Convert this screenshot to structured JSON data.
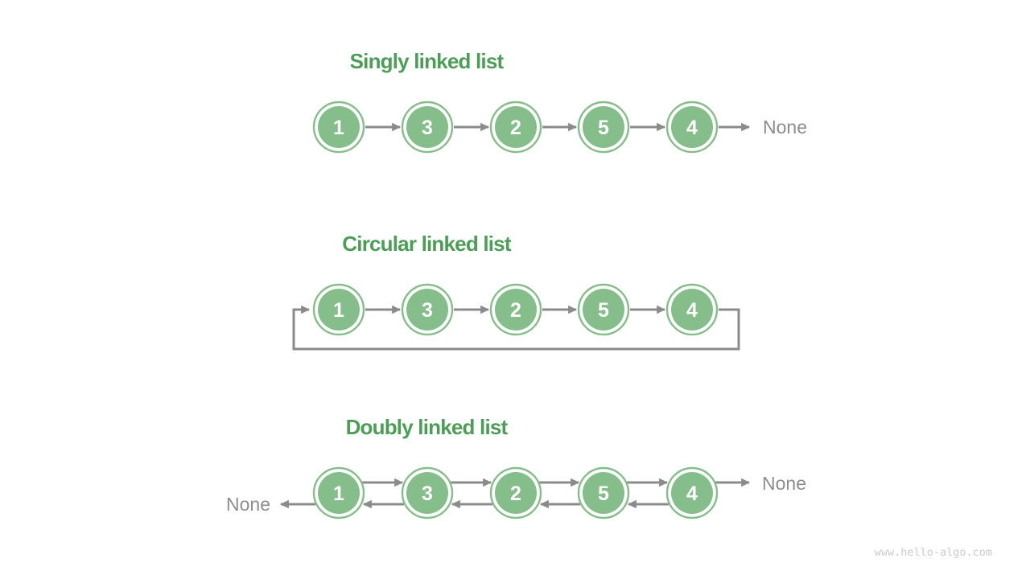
{
  "page": {
    "background": "#ffffff",
    "watermark": "www.hello-algo.com"
  },
  "colors": {
    "node_green": "#85bd8b",
    "title_green": "#4c9e57",
    "arrow_gray": "#8b8b8b",
    "none_text_gray": "#8d8d8d",
    "watermark_gray": "#cbcbcb"
  },
  "sections": [
    {
      "title": "Singly linked list",
      "values": [
        "1",
        "3",
        "2",
        "5",
        "4"
      ],
      "tail_label": "None"
    },
    {
      "title": "Circular linked list",
      "values": [
        "1",
        "3",
        "2",
        "5",
        "4"
      ]
    },
    {
      "title": "Doubly linked list",
      "values": [
        "1",
        "3",
        "2",
        "5",
        "4"
      ],
      "head_label": "None",
      "tail_label": "None"
    }
  ]
}
